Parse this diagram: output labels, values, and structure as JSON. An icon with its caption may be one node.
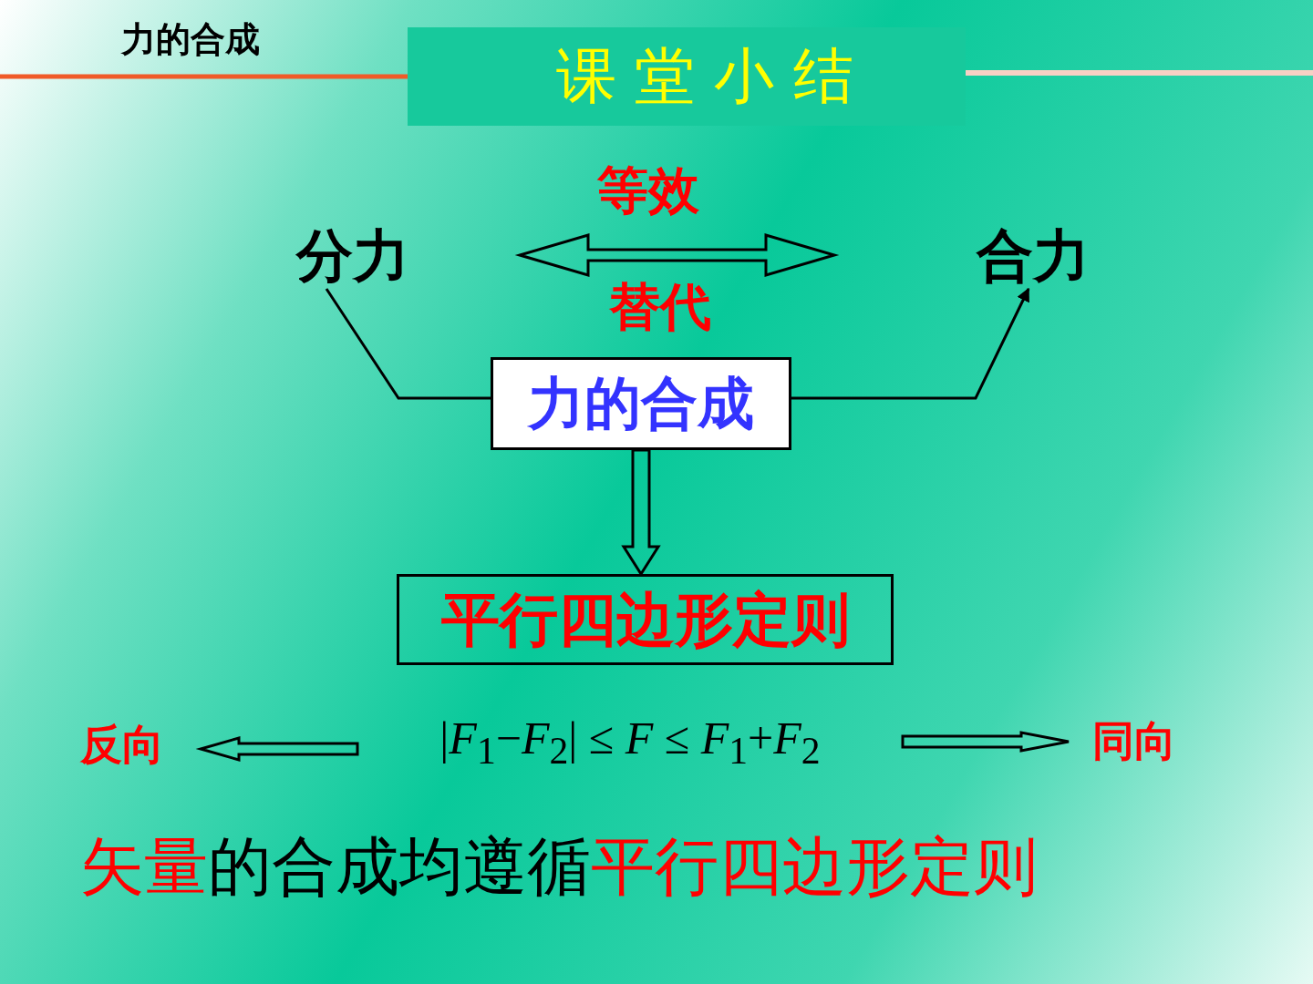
{
  "diagram": {
    "title": "课 堂 小 结",
    "nodes": [
      {
        "text": [
          "分力"
        ]
      },
      {
        "text": [
          "合力"
        ]
      },
      {
        "text": [
          "力的合成"
        ]
      },
      {
        "text": [
          "平行四边形定则"
        ]
      },
      {
        "text": [
          "反向"
        ]
      },
      {
        "text": [
          "同向"
        ]
      },
      {
        "text": [
          "|*F*$_{1}$−*F*$_{2}$| ≤ *F* ≤ *F*$_{1}$+*F*$_{2}$"
        ]
      }
    ],
    "edges": [
      {
        "from": 0,
        "to": 1,
        "arrow": "both",
        "label": "等效"
      },
      {
        "from": 0,
        "to": 2,
        "arrow": "none"
      },
      {
        "from": 2,
        "to": 1,
        "arrow": "to"
      },
      {
        "from": 2,
        "to": 3,
        "arrow": "to"
      },
      {
        "from": 6,
        "to": 4,
        "arrow": "to"
      },
      {
        "from": 6,
        "to": 5,
        "arrow": "to"
      }
    ],
    "labels": [
      "力的合成",
      "替代",
      "矢量",
      "的合成均遵循",
      "平行四边形定则"
    ]
  }
}
